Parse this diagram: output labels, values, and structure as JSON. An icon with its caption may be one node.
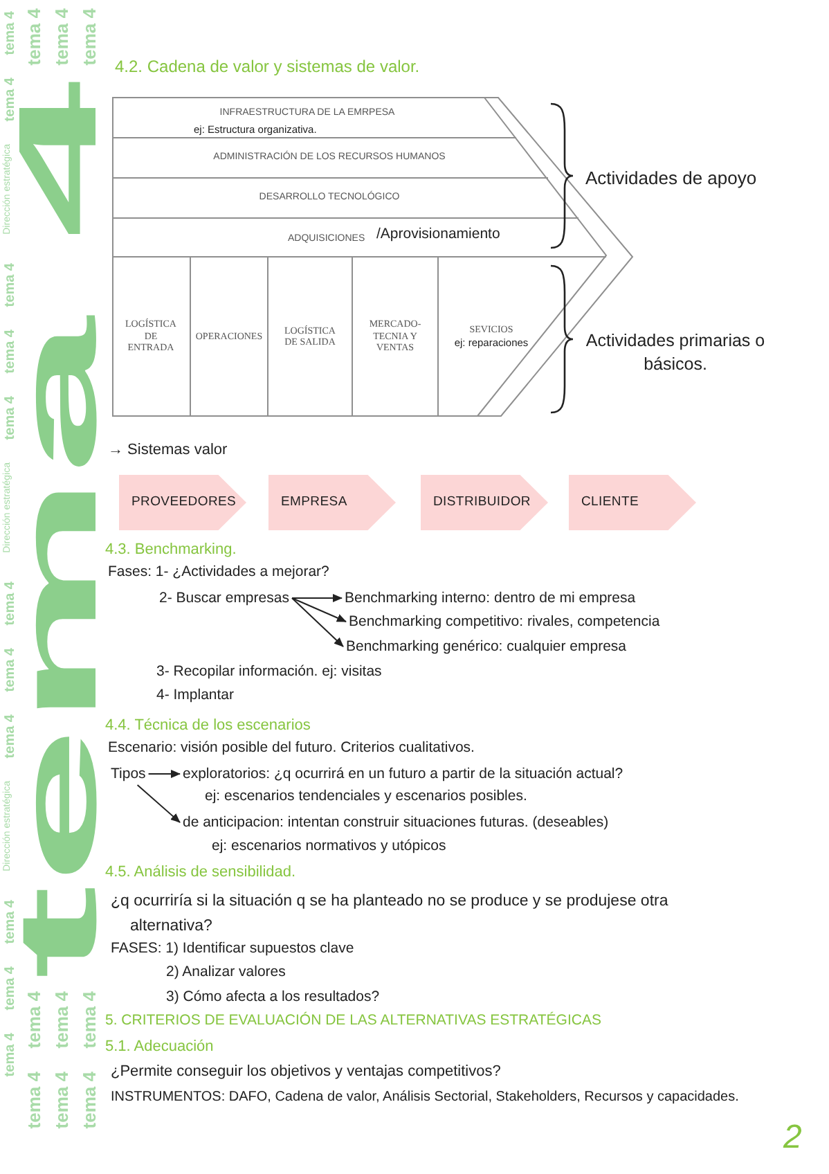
{
  "diagram": {
    "nodes": [
      {
        "text": [],
        "shape": "arrow"
      },
      {
        "text": [
          "INFRAESTRUCTURA DE LA EMRPESA",
          "ej: Estructura organizativa."
        ],
        "in": 0
      },
      {
        "text": [
          "ADMINISTRACIÓN DE LOS RECURSOS HUMANOS"
        ],
        "in": 0
      },
      {
        "text": [
          "DESARROLLO TECNOLÓGICO"
        ],
        "in": 0
      },
      {
        "text": [
          "ADQUISICIONES",
          "/Aprovisionamiento"
        ],
        "in": 0
      },
      {
        "text": [
          "LOGÍSTICA DE ENTRADA"
        ],
        "in": 0
      },
      {
        "text": [
          "OPERACIONES"
        ],
        "in": 0
      },
      {
        "text": [
          "LOGÍSTICA DE SALIDA"
        ],
        "in": 0
      },
      {
        "text": [
          "MERCADO-TECNIA Y VENTAS"
        ],
        "in": 0
      },
      {
        "text": [
          "SEVICIOS",
          "ej: reparaciones"
        ],
        "in": 0
      },
      {
        "text": [
          "PROVEEDORES"
        ]
      },
      {
        "text": [
          "EMPRESA"
        ]
      },
      {
        "text": [
          "DISTRIBUIDOR"
        ]
      },
      {
        "text": [
          "CLIENTE"
        ]
      },
      {
        "text": [
          "2- Buscar empresas"
        ]
      },
      {
        "text": [
          "Benchmarking interno: dentro de mi empresa"
        ]
      },
      {
        "text": [
          "Benchmarking competitivo: rivales, competencia"
        ]
      },
      {
        "text": [
          "Benchmarking genérico: cualquier empresa"
        ]
      },
      {
        "text": [
          "Tipos"
        ]
      },
      {
        "text": [
          "exploratorios: ¿q ocurrirá en un futuro a partir de la situación actual?"
        ]
      },
      {
        "text": [
          "de anticipacion: intentan construir situaciones futuras. (deseables)"
        ]
      }
    ],
    "edges": [
      {
        "from": 14,
        "to": 15,
        "arrow": "to"
      },
      {
        "from": 14,
        "to": 16,
        "arrow": "to"
      },
      {
        "from": 14,
        "to": 17,
        "arrow": "to"
      },
      {
        "from": 18,
        "to": 19,
        "arrow": "to"
      },
      {
        "from": 18,
        "to": 20,
        "arrow": "to"
      }
    ],
    "labels": [
      "4.2. Cadena de valor y sistemas de valor.",
      "Actividades de apoyo",
      "Actividades primarias o básicos.",
      "→ Sistemas valor",
      "4.3. Benchmarking.",
      "Fases: 1- ¿Actividades a mejorar?",
      "3- Recopilar información. ej: visitas",
      "4- Implantar",
      "4.4. Técnica de los escenarios",
      "Escenario: visión posible del futuro. Criterios cualitativos.",
      "ej: escenarios tendenciales y escenarios posibles.",
      "ej: escenarios normativos y utópicos",
      "4.5. Análisis de sensibilidad.",
      "¿q ocurriría si la situación q se ha planteado no se produce y se produjese otra alternativa?",
      "FASES: 1) Identificar supuestos clave",
      "2) Analizar valores",
      "3) Cómo afecta a los resultados?",
      "5. CRITERIOS DE EVALUACIÓN DE LAS ALTERNATIVAS ESTRATÉGICAS",
      "5.1. Adecuación",
      "¿Permite conseguir los objetivos y ventajas competitivos?",
      "INSTRUMENTOS: DAFO, Cadena de valor, Análisis Sectorial, Stakeholders, Recursos y capacidades.",
      "2",
      "tema 4",
      "tema 4",
      "tema 4",
      "Dirección estratégica",
      "tema 4",
      "tema 4",
      "tema 4",
      "Dirección estratégica",
      "tema 4",
      "tema 4",
      "tema 4",
      "Dirección estratégica",
      "tema 4",
      "tema 4",
      "tema 4",
      "tema 4",
      "tema 4",
      "tema 4",
      "tema 4",
      "tema 4",
      "tema 4",
      "tema 4",
      "tema 4",
      "tema 4"
    ]
  }
}
